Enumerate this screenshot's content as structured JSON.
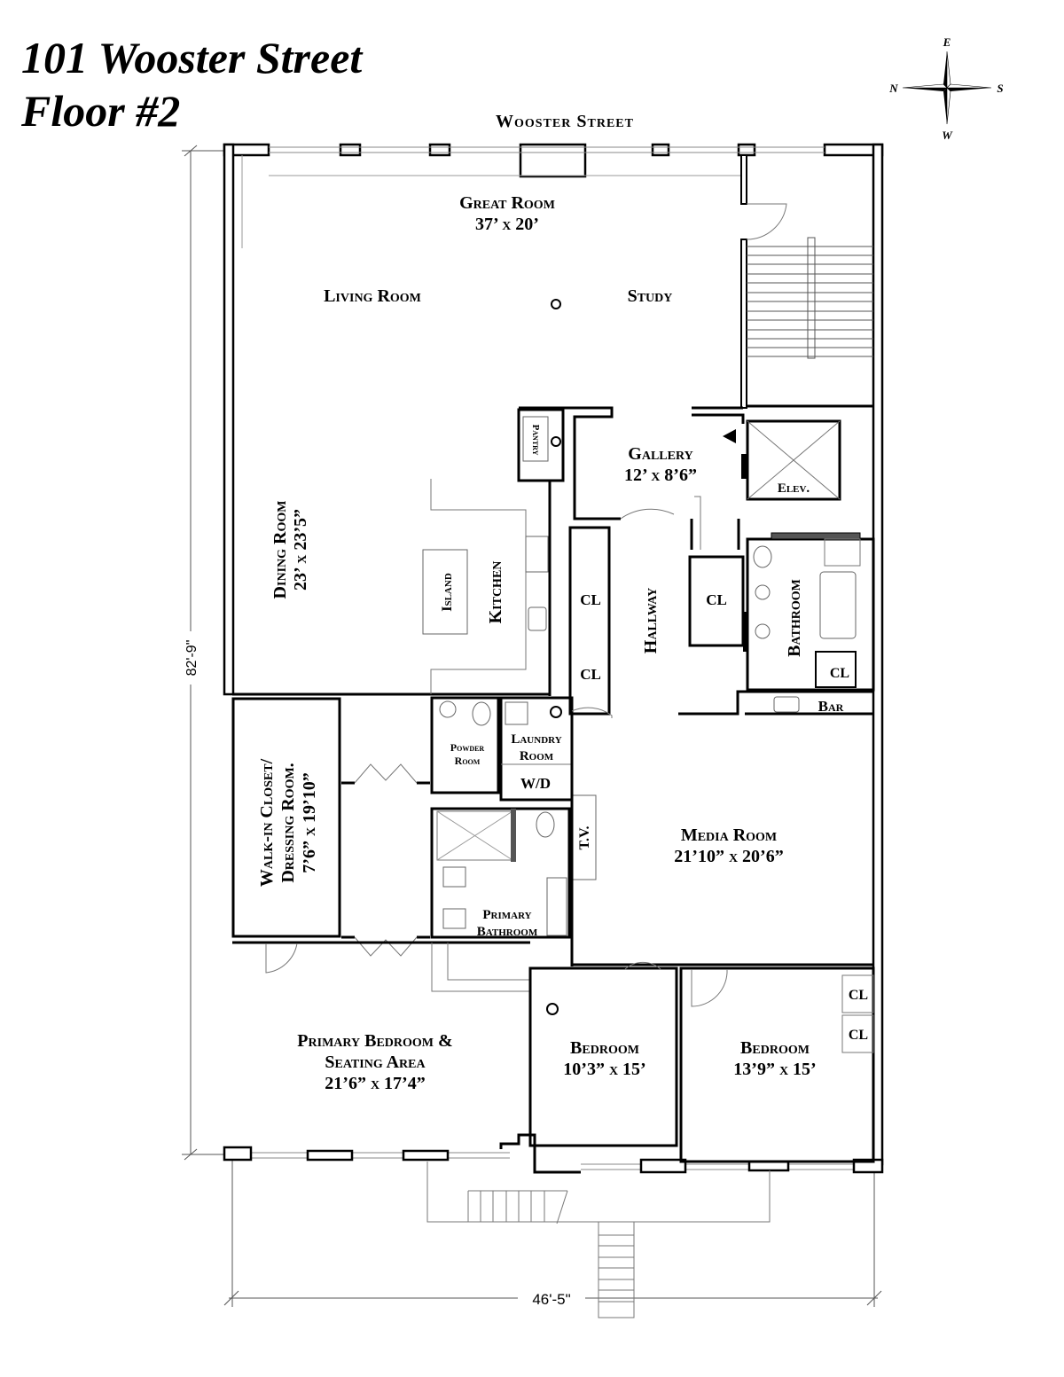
{
  "header": {
    "title_line1": "101 Wooster Street",
    "title_line2": "Floor #2",
    "street_label": "Wooster Street"
  },
  "compass": {
    "top": "E",
    "left": "N",
    "right": "S",
    "bottom": "W"
  },
  "dimensions": {
    "overall_depth": "82'-9\"",
    "overall_width": "46'-5\""
  },
  "rooms": {
    "great_room": {
      "name": "Great Room",
      "size": "37’ x 20’"
    },
    "living_room": {
      "name": "Living Room"
    },
    "study": {
      "name": "Study"
    },
    "pantry": {
      "name": "Pantry"
    },
    "gallery": {
      "name": "Gallery",
      "size": "12’ x 8’6”"
    },
    "elevator": {
      "name": "Elev."
    },
    "dining_room": {
      "name": "Dining Room",
      "size": "23’ x 23’5”"
    },
    "island": {
      "name": "Island"
    },
    "kitchen": {
      "name": "Kitchen"
    },
    "closet_1": {
      "name": "CL"
    },
    "closet_2": {
      "name": "CL"
    },
    "closet_3": {
      "name": "CL"
    },
    "hallway": {
      "name": "Hallway"
    },
    "bathroom": {
      "name": "Bathroom"
    },
    "bath_closet": {
      "name": "CL"
    },
    "bar": {
      "name": "Bar"
    },
    "powder_room": {
      "name_line1": "Powder",
      "name_line2": "Room"
    },
    "laundry_room": {
      "name_line1": "Laundry",
      "name_line2": "Room"
    },
    "washer_dryer": {
      "name": "W/D"
    },
    "walk_in_closet": {
      "name_line1": "Walk-in Closet/",
      "name_line2": "Dressing Room.",
      "size": "7’6” x 19’10”"
    },
    "primary_bathroom": {
      "name_line1": "Primary",
      "name_line2": "Bathroom"
    },
    "tv": {
      "name": "T.V."
    },
    "media_room": {
      "name": "Media Room",
      "size": "21’10” x 20’6”"
    },
    "primary_bedroom": {
      "name_line1": "Primary Bedroom &",
      "name_line2": "Seating Area",
      "size": "21’6” x 17’4”"
    },
    "bedroom_1": {
      "name": "Bedroom",
      "size": "10’3” x 15’"
    },
    "bedroom_2": {
      "name": "Bedroom",
      "size": "13’9” x 15’"
    },
    "bedroom_2_closet_1": {
      "name": "CL"
    },
    "bedroom_2_closet_2": {
      "name": "CL"
    }
  }
}
